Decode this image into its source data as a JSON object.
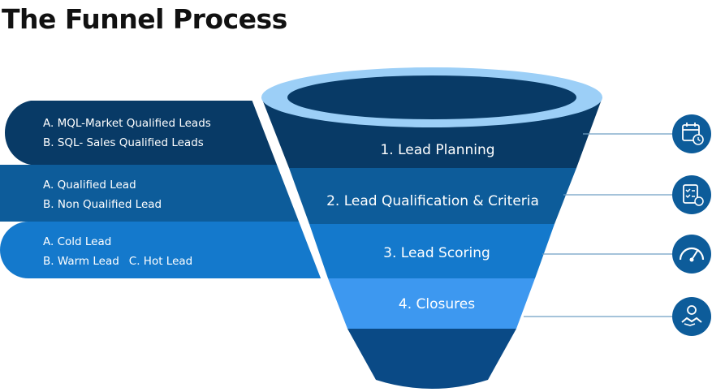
{
  "title": "The Funnel Process",
  "colors": {
    "navy": "#083a66",
    "mid": "#0d5c9a",
    "bright": "#1479cc",
    "light": "#3d98f0",
    "rim": "#9ccff7"
  },
  "stages": [
    {
      "label": "1. Lead Planning",
      "icon": "calendar-clock-icon"
    },
    {
      "label": "2. Lead Qualification & Criteria",
      "icon": "checklist-icon"
    },
    {
      "label": "3. Lead Scoring",
      "icon": "gauge-icon"
    },
    {
      "label": "4. Closures",
      "icon": "handshake-icon"
    }
  ],
  "side_labels": [
    {
      "line1": "A. MQL-Market Qualified Leads",
      "line2": "B. SQL- Sales Qualified Leads"
    },
    {
      "line1": "A. Qualified Lead",
      "line2": "B. Non Qualified Lead"
    },
    {
      "line1": "A. Cold Lead",
      "line2a": "B. Warm Lead",
      "line2b": "C. Hot Lead"
    }
  ]
}
